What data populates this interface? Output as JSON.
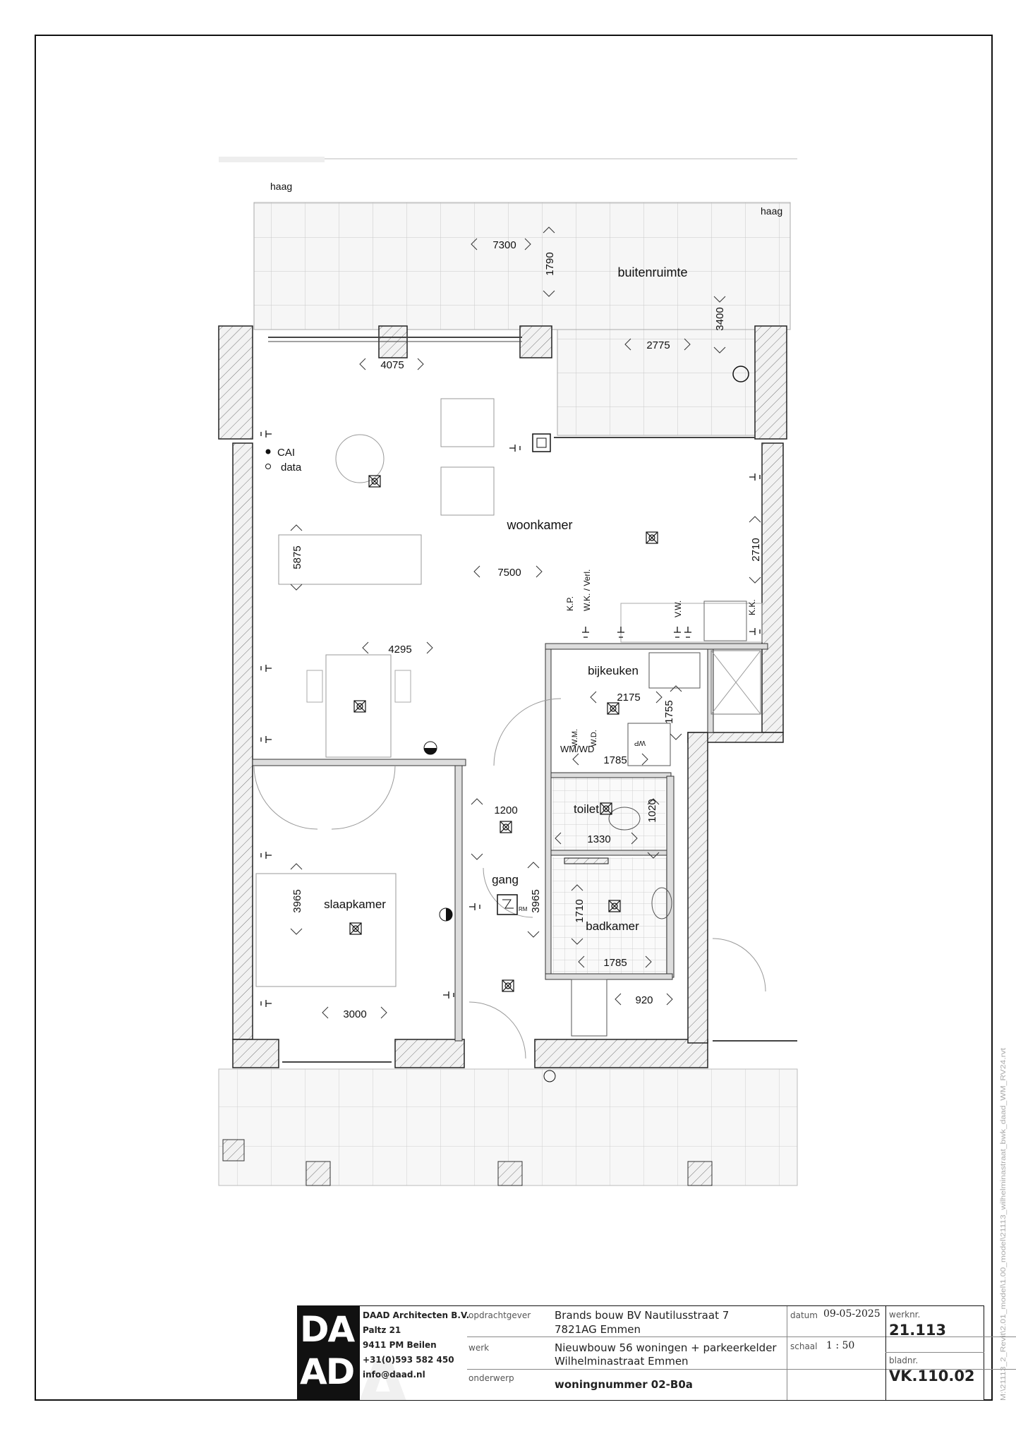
{
  "plan": {
    "rooms": {
      "buitenruimte": "buitenruimte",
      "woonkamer": "woonkamer",
      "bijkeuken": "bijkeuken",
      "toilet": "toilet",
      "gang": "gang",
      "slaapkamer": "slaapkamer",
      "badkamer": "badkamer"
    },
    "labels": {
      "haag_left": "haag",
      "haag_right": "haag",
      "cai": "CAI",
      "data": "data",
      "kp": "K.P.",
      "wk_verl": "W.K. / Verl.",
      "vw": "V.W.",
      "kk": "K.K.",
      "wm": "W.M.",
      "wd": "W.D.",
      "wm_wd": "WM/WD",
      "wp": "WP",
      "rm": "RM"
    },
    "dimensions": {
      "d7300": "7300",
      "d1790": "1790",
      "d3400": "3400",
      "d2775": "2775",
      "d4075": "4075",
      "d5875": "5875",
      "d7500": "7500",
      "d2710": "2710",
      "d4295": "4295",
      "d2175": "2175",
      "d1755": "1755",
      "d1785a": "1785",
      "d1200": "1200",
      "d1020": "1020",
      "d1330": "1330",
      "d3965a": "3965",
      "d3965b": "3965",
      "d1710": "1710",
      "d1785b": "1785",
      "d3000": "3000",
      "d920": "920"
    }
  },
  "titleblock": {
    "logo_top": "DA",
    "logo_bottom": "AD",
    "firm_name": "DAAD Architecten B.V.",
    "firm_street": "Paltz 21",
    "firm_city": "9411 PM Beilen",
    "firm_phone": "+31(0)593 582 450",
    "firm_email": "info@daad.nl",
    "opdrachtgever_label": "opdrachtgever",
    "opdrachtgever_line1": "Brands bouw BV Nautilusstraat 7",
    "opdrachtgever_line2": "7821AG  Emmen",
    "werk_label": "werk",
    "werk_line1": "Nieuwbouw 56 woningen + parkeerkelder",
    "werk_line2": "Wilhelminastraat Emmen",
    "onderwerp_label": "onderwerp",
    "onderwerp_value": "woningnummer 02-B0a",
    "datum_label": "datum",
    "datum_value": "09-05-2025",
    "schaal_label": "schaal",
    "schaal_value": "1 : 50",
    "werknr_label": "werknr.",
    "werknr_value": "21.113",
    "bladnr_label": "bladnr.",
    "bladnr_value": "VK.110.02"
  },
  "file_path": "M:\\21113_2_Revit\\2.01_model\\1.00_model\\21113_wilhelminastraat_bwk_daad_WM_RV24.rvt"
}
